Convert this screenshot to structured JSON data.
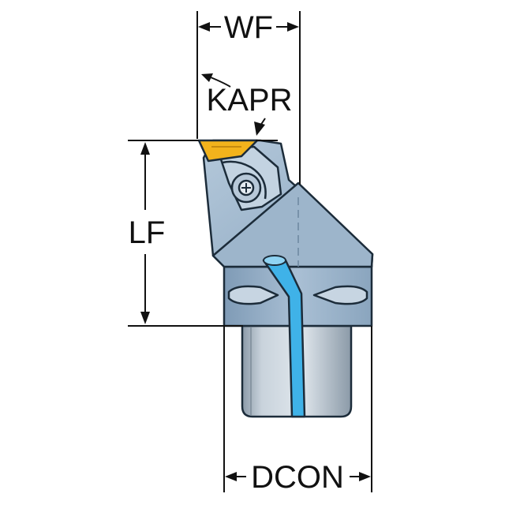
{
  "labels": {
    "wf": "WF",
    "kapr": "KAPR",
    "lf": "LF",
    "dcon": "DCON"
  },
  "colors": {
    "body_light": "#a9bfd4",
    "body_mid": "#8aa5be",
    "body_dark": "#6f8ca8",
    "shank": "#c9d3dc",
    "shank_shade": "#8b9aa8",
    "coolant": "#3fb2e8",
    "insert": "#f2b31c",
    "outline": "#1c2c3a"
  }
}
